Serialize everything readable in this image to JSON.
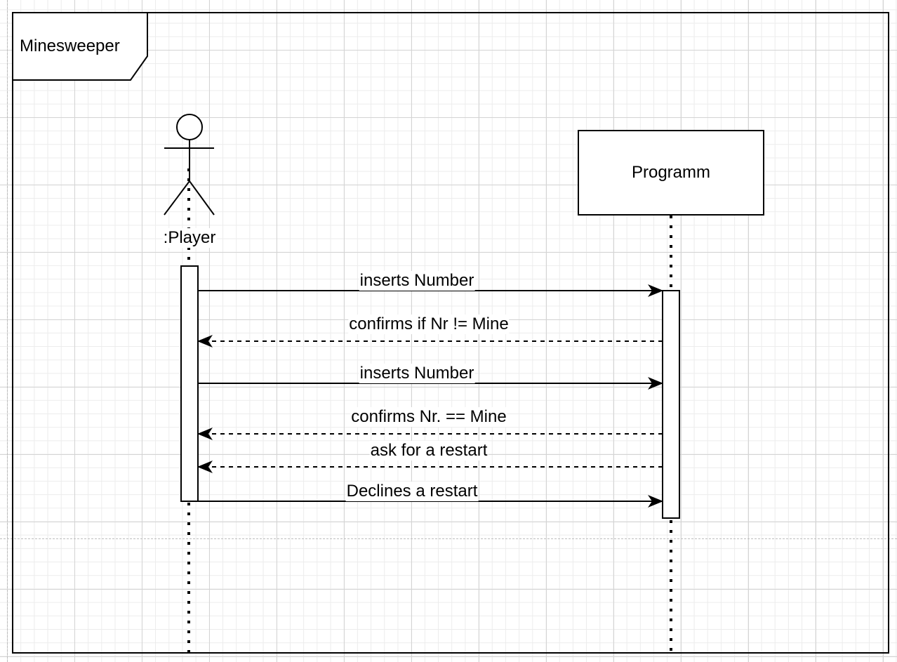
{
  "frame": {
    "title": "Minesweeper"
  },
  "lifelines": {
    "actor": {
      "name": ":Player",
      "type": "actor"
    },
    "object": {
      "name": "Programm",
      "type": "object"
    }
  },
  "messages": [
    {
      "label": "inserts Number",
      "from": "actor",
      "to": "object",
      "style": "solid"
    },
    {
      "label": "confirms if Nr != Mine",
      "from": "object",
      "to": "actor",
      "style": "dashed"
    },
    {
      "label": "inserts Number",
      "from": "actor",
      "to": "object",
      "style": "solid"
    },
    {
      "label": "confirms Nr. == Mine",
      "from": "object",
      "to": "actor",
      "style": "dashed"
    },
    {
      "label": "ask for a restart",
      "from": "object",
      "to": "actor",
      "style": "dashed"
    },
    {
      "label": "Declines a restart",
      "from": "actor",
      "to": "object",
      "style": "solid"
    }
  ],
  "colors": {
    "stroke": "#000000",
    "canvas": "#ffffff",
    "grid": "#d4d4d4"
  }
}
